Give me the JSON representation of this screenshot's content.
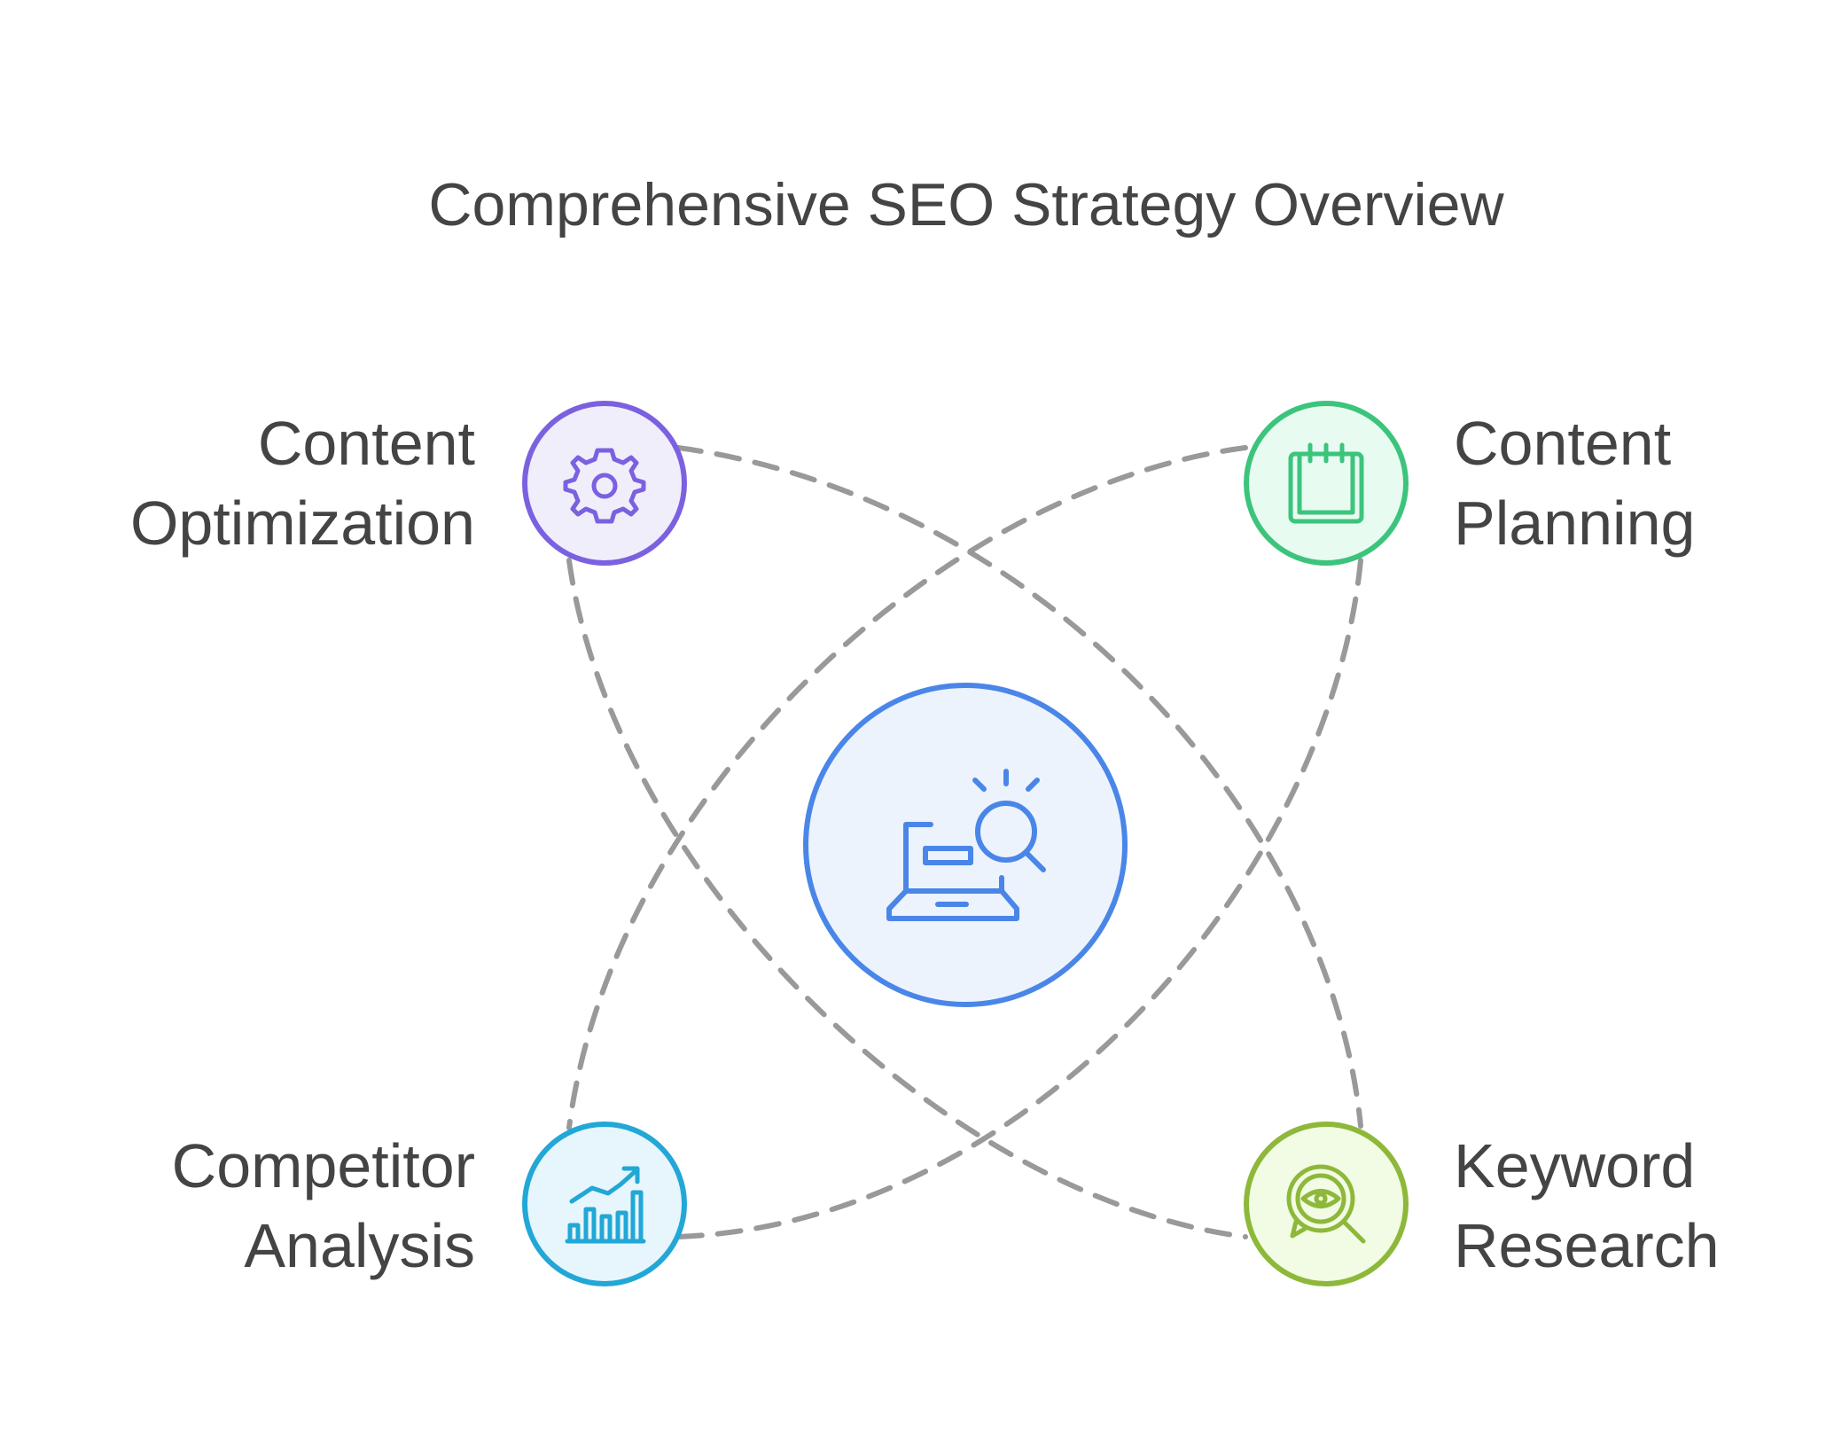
{
  "title": "Comprehensive SEO Strategy Overview",
  "center": {
    "icon": "laptop-search-icon",
    "color": "#4a86e8",
    "fill": "#ecf3fd"
  },
  "nodes": [
    {
      "id": "tl",
      "line1": "Content",
      "line2": "Optimization",
      "icon": "gear-icon",
      "color": "#7b61e0",
      "fill": "#f1eefc"
    },
    {
      "id": "tr",
      "line1": "Content",
      "line2": "Planning",
      "icon": "calendar-icon",
      "color": "#3cc47c",
      "fill": "#e8fbf1"
    },
    {
      "id": "bl",
      "line1": "Competitor",
      "line2": "Analysis",
      "icon": "growth-chart-icon",
      "color": "#22a7d6",
      "fill": "#e6f6fc"
    },
    {
      "id": "br",
      "line1": "Keyword",
      "line2": "Research",
      "icon": "eye-search-icon",
      "color": "#8db83a",
      "fill": "#f2fbe3"
    }
  ],
  "connector_color": "#999999"
}
